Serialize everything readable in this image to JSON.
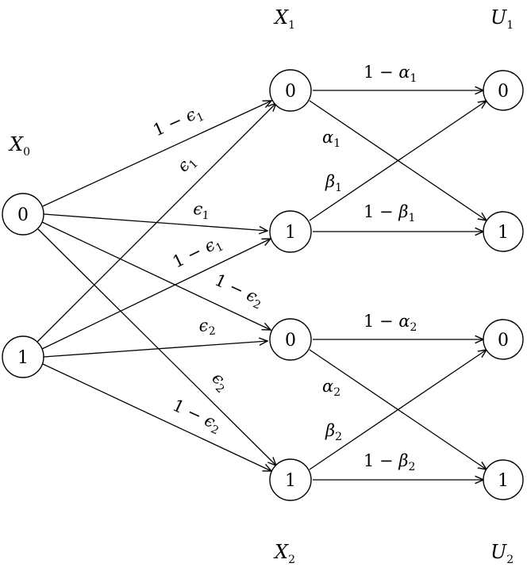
{
  "column_titles": {
    "x0": {
      "main": "X",
      "sub": "0"
    },
    "x1": {
      "main": "X",
      "sub": "1"
    },
    "x2": {
      "main": "X",
      "sub": "2"
    },
    "u1": {
      "main": "U",
      "sub": "1"
    },
    "u2": {
      "main": "U",
      "sub": "2"
    }
  },
  "nodes": {
    "x0_0": "0",
    "x0_1": "1",
    "x1_0": "0",
    "x1_1": "1",
    "x2_0": "0",
    "x2_1": "1",
    "u1_0": "0",
    "u1_1": "1",
    "u2_0": "0",
    "u2_1": "1"
  },
  "labels": {
    "x0_0_to_x1_0": {
      "pre": "1 − ",
      "sym": "ϵ",
      "sub": "1"
    },
    "x0_0_to_x1_1": {
      "pre": "",
      "sym": "ϵ",
      "sub": "1"
    },
    "x0_0_to_x2_0": {
      "pre": "1 − ",
      "sym": "ϵ",
      "sub": "2"
    },
    "x0_0_to_x2_1": {
      "pre": "",
      "sym": "ϵ",
      "sub": "2"
    },
    "x0_1_to_x1_0": {
      "pre": "",
      "sym": "ϵ",
      "sub": "1"
    },
    "x0_1_to_x1_1": {
      "pre": "1 − ",
      "sym": "ϵ",
      "sub": "1"
    },
    "x0_1_to_x2_0": {
      "pre": "",
      "sym": "ϵ",
      "sub": "2"
    },
    "x0_1_to_x2_1": {
      "pre": "1 − ",
      "sym": "ϵ",
      "sub": "2"
    },
    "x1_0_to_u1_0": {
      "pre": "1 − ",
      "sym": "α",
      "sub": "1"
    },
    "x1_0_to_u1_1": {
      "pre": "",
      "sym": "α",
      "sub": "1"
    },
    "x1_1_to_u1_0": {
      "pre": "",
      "sym": "β",
      "sub": "1"
    },
    "x1_1_to_u1_1": {
      "pre": "1 − ",
      "sym": "β",
      "sub": "1"
    },
    "x2_0_to_u2_0": {
      "pre": "1 − ",
      "sym": "α",
      "sub": "2"
    },
    "x2_0_to_u2_1": {
      "pre": "",
      "sym": "α",
      "sub": "2"
    },
    "x2_1_to_u2_0": {
      "pre": "",
      "sym": "β",
      "sub": "2"
    },
    "x2_1_to_u2_1": {
      "pre": "1 − ",
      "sym": "β",
      "sub": "2"
    }
  }
}
